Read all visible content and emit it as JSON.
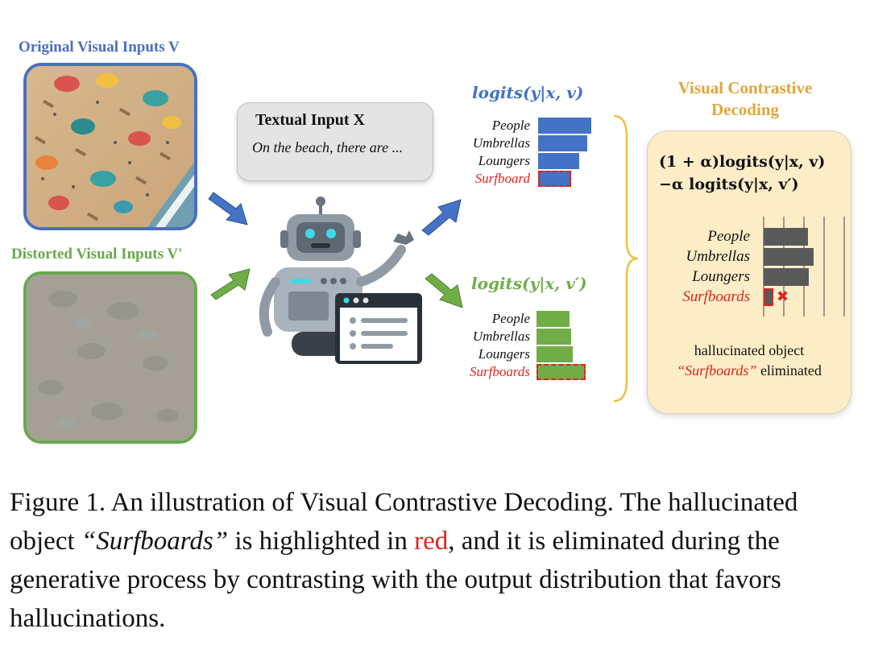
{
  "original_label": "Original Visual Inputs V",
  "distorted_label": "Distorted Visual Inputs V'",
  "textual_input": {
    "title": "Textual Input X",
    "body": "On the beach, there are ..."
  },
  "logits_original": {
    "title": "logits(y|x, v)",
    "items": [
      {
        "label": "People",
        "value": 1.0,
        "hallucinated": false
      },
      {
        "label": "Umbrellas",
        "value": 0.92,
        "hallucinated": false
      },
      {
        "label": "Loungers",
        "value": 0.78,
        "hallucinated": false
      },
      {
        "label": "Surfboard",
        "value": 0.62,
        "hallucinated": true
      }
    ]
  },
  "logits_distorted": {
    "title": "logits(y|x, v′)",
    "items": [
      {
        "label": "People",
        "value": 0.66,
        "hallucinated": false
      },
      {
        "label": "Umbrellas",
        "value": 0.69,
        "hallucinated": false
      },
      {
        "label": "Loungers",
        "value": 0.73,
        "hallucinated": false
      },
      {
        "label": "Surfboards",
        "value": 0.98,
        "hallucinated": true
      }
    ]
  },
  "vcd": {
    "title_line1": "Visual Contrastive",
    "title_line2": "Decoding",
    "formula_line1": "(1 + α)logits(y|x, v)",
    "formula_line2": "−α logits(y|x, v′)",
    "items": [
      {
        "label": "People",
        "value": 0.88,
        "hallucinated": false
      },
      {
        "label": "Umbrellas",
        "value": 1.0,
        "hallucinated": false
      },
      {
        "label": "Loungers",
        "value": 0.9,
        "hallucinated": false
      },
      {
        "label": "Surfboards",
        "value": 0.2,
        "hallucinated": true
      }
    ],
    "note_line1": "hallucinated object",
    "note_quote": "“Surfboards”",
    "note_rest": " eliminated"
  },
  "caption": {
    "part1": "Figure 1. An illustration of Visual Contrastive Decoding. The hallucinated object ",
    "italic": "“Surfboards”",
    "part2": " is highlighted in ",
    "red": "red",
    "part3": ", and it is eliminated during the generative process by contrasting with the output distribution that favors hallucinations."
  },
  "colors": {
    "blue": "#4472c4",
    "green": "#70ad47",
    "dark": "#595959",
    "red": "#e0241c",
    "gold": "#e0a63a"
  }
}
